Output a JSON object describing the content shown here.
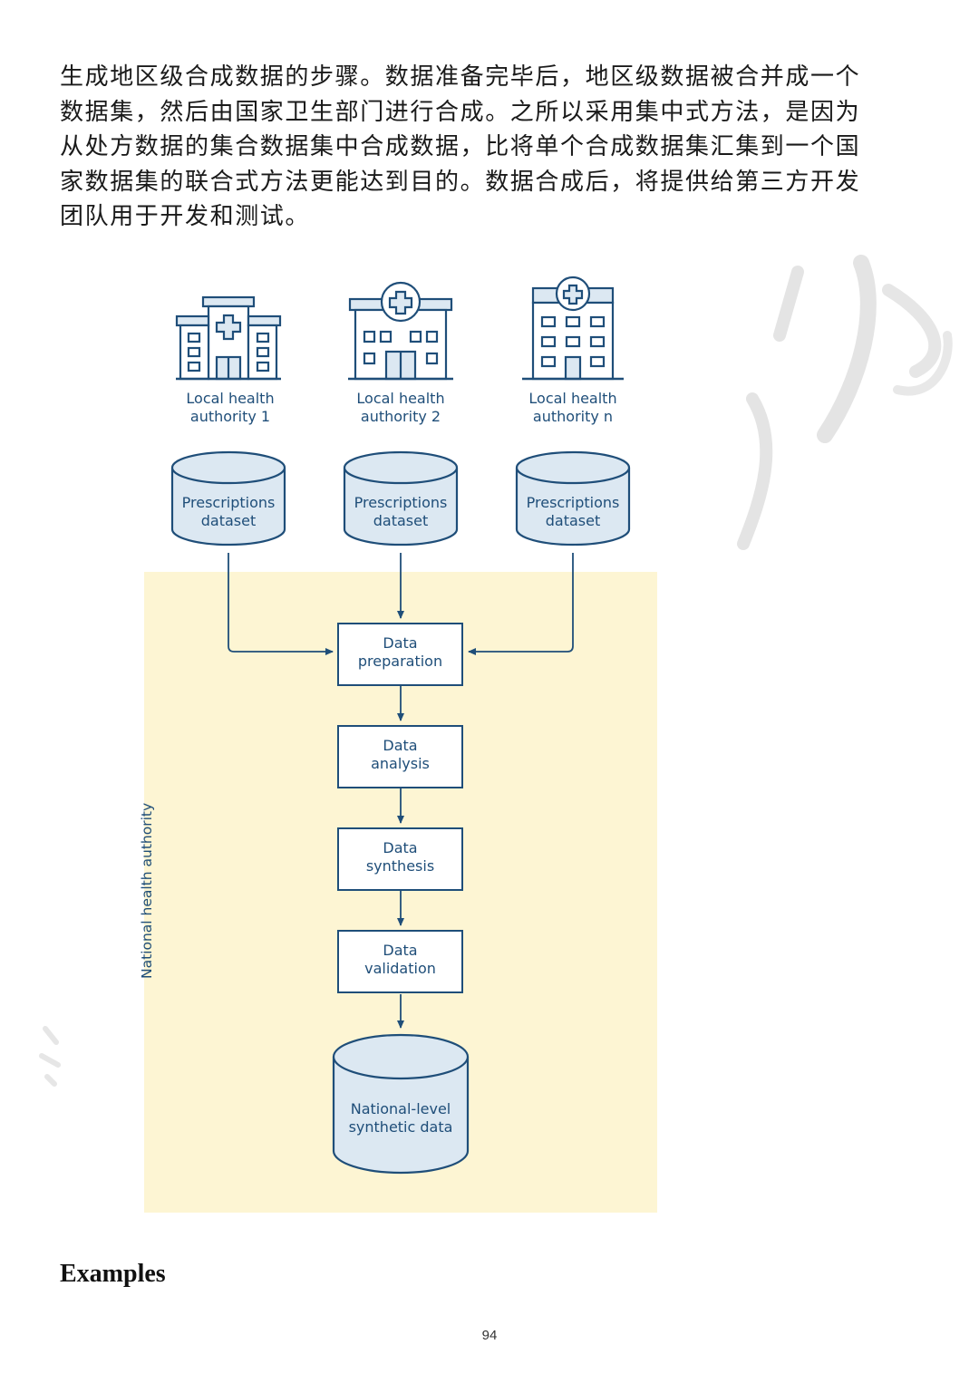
{
  "paragraph": {
    "lines": [
      "生成地区级合成数据的步骤。数据准备完毕后，地区级数据被合并成一个",
      "数据集，然后由国家卫生部门进行合成。之所以采用集中式方法，是因为",
      "从处方数据的集合数据集中合成数据，比将单个合成数据集汇集到一个国",
      "家数据集的联合式方法更能达到目的。数据合成后，将提供给第三方开发",
      "团队用于开发和测试。"
    ]
  },
  "diagram": {
    "authorities": [
      {
        "line1": "Local health",
        "line2": "authority 1",
        "icon": "hospital-icon"
      },
      {
        "line1": "Local health",
        "line2": "authority 2",
        "icon": "hospital-icon"
      },
      {
        "line1": "Local health",
        "line2": "authority n",
        "icon": "hospital-icon"
      }
    ],
    "datasets": [
      {
        "line1": "Prescriptions",
        "line2": "dataset",
        "icon": "database-icon"
      },
      {
        "line1": "Prescriptions",
        "line2": "dataset",
        "icon": "database-icon"
      },
      {
        "line1": "Prescriptions",
        "line2": "dataset",
        "icon": "database-icon"
      }
    ],
    "region_label": "National health authority",
    "steps": [
      {
        "line1": "Data",
        "line2": "preparation"
      },
      {
        "line1": "Data",
        "line2": "analysis"
      },
      {
        "line1": "Data",
        "line2": "synthesis"
      },
      {
        "line1": "Data",
        "line2": "validation"
      }
    ],
    "output": {
      "line1": "National-level",
      "line2": "synthetic data",
      "icon": "database-icon"
    },
    "colors": {
      "stroke": "#1f4e79",
      "icon_fill": "#dce8f2",
      "region_fill": "#fdf5d3",
      "box_fill": "#ffffff"
    }
  },
  "section_heading": "Examples",
  "page_number": "94"
}
